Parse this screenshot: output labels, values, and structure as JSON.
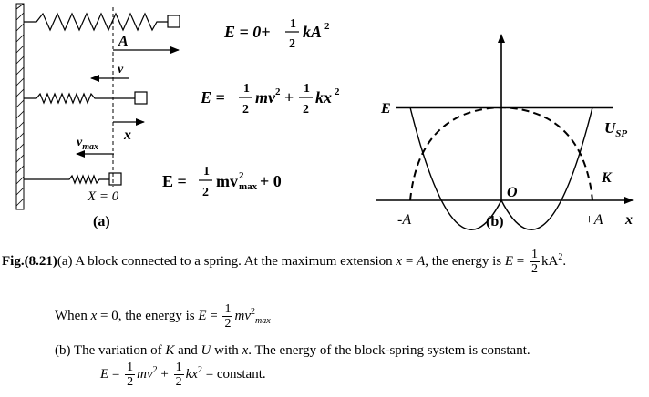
{
  "panel_a": {
    "label": "(a)",
    "eq1_lhs": "E = 0+",
    "eq1_tail": "kA",
    "eq2_lhs": "E =",
    "eq2_t1": "mv",
    "eq2_plus": "+",
    "eq2_t2": "kx",
    "eq3_lhs": "E =",
    "eq3_t1": "mv",
    "eq3_sup": "2",
    "eq3_sub": "max",
    "eq3_tail": "+ 0",
    "half_num": "1",
    "half_den": "2",
    "sq": "2",
    "sym_A": "A",
    "sym_v": "v",
    "sym_x": "x",
    "sym_vmax": "v",
    "sym_vmax_sub": "max",
    "x_zero": "X = 0"
  },
  "panel_b": {
    "label": "(b)",
    "E": "E",
    "U_main": "U",
    "U_sub": "SP",
    "K": "K",
    "O": "O",
    "negA": "-A",
    "posA": "+A",
    "x": "x"
  },
  "caption": {
    "fig_label": "Fig.(8.21)",
    "line1_a": "(a) A block connected to a spring. At the maximum extension",
    "line1_b": "x",
    "line1_c": "=",
    "line1_d": "A",
    "line1_e": ", the energy is",
    "line1_f": "E",
    "line1_g": "=",
    "line1_h": "kA",
    "line1_end": ".",
    "line2_a": "When",
    "line2_b": "x",
    "line2_c": "= 0, the energy is",
    "line2_d": "E",
    "line2_e": "=",
    "line2_f": "mv",
    "line2_sub": "max",
    "line3": "(b) The variation of",
    "line3_K": "K",
    "line3_and": "and",
    "line3_U": "U",
    "line3_with": "with",
    "line3_x": "x",
    "line3_rest": ". The energy of the block-spring system is constant.",
    "line4_E": "E",
    "line4_eq": "=",
    "line4_t1": "mv",
    "line4_plus": "+",
    "line4_t2": "kx",
    "line4_end": "= constant.",
    "one": "1",
    "two": "2",
    "sq": "2"
  }
}
